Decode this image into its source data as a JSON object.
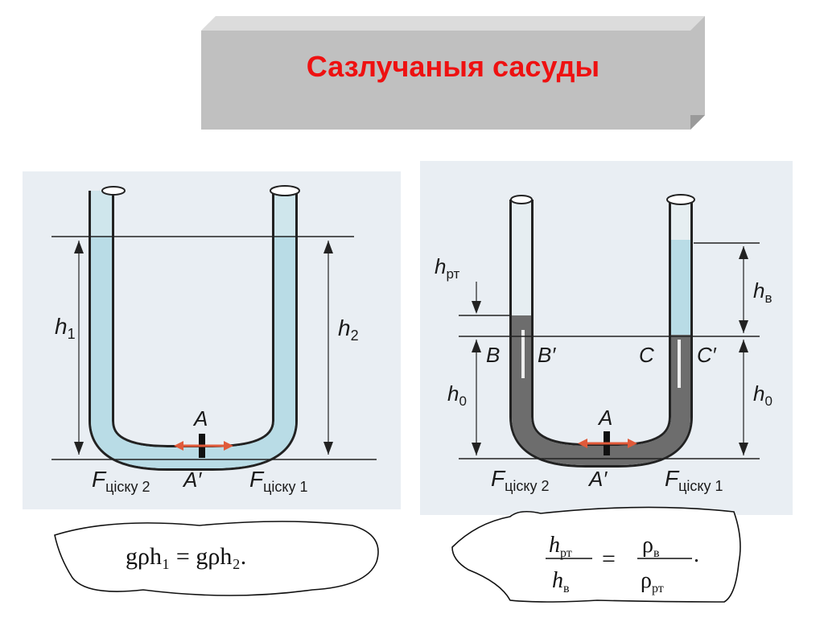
{
  "title": "Сазлучаныя сасуды",
  "left_diagram": {
    "h1": "h",
    "h1_sub": "1",
    "h2": "h",
    "h2_sub": "2",
    "point_a": "A",
    "point_a_prime": "A′",
    "f_left": "F",
    "f_left_sub": "ціску 2",
    "f_right": "F",
    "f_right_sub": "ціску 1",
    "formula": "gρh₁ = gρh₂."
  },
  "right_diagram": {
    "h_rt": "h",
    "h_rt_sub": "рт",
    "h_v": "h",
    "h_v_sub": "в",
    "h0_left": "h",
    "h0_left_sub": "0",
    "h0_right": "h",
    "h0_right_sub": "0",
    "b": "B",
    "b_prime": "B′",
    "c": "C",
    "c_prime": "C′",
    "point_a": "A",
    "point_a_prime": "A′",
    "f_left": "F",
    "f_left_sub": "ціску 2",
    "f_right": "F",
    "f_right_sub": "ціску 1",
    "formula_num_left": "h",
    "formula_num_left_sub": "рт",
    "formula_den_left": "h",
    "formula_den_left_sub": "в",
    "formula_eq": "=",
    "formula_num_right": "ρ",
    "formula_num_right_sub": "в",
    "formula_den_right": "ρ",
    "formula_den_right_sub": "рт",
    "formula_end": "."
  },
  "colors": {
    "title_text": "#ee1111",
    "banner_face": "#c0c0c0",
    "water": "#b9dce6",
    "mercury": "#6d6d6d",
    "arrow_red": "#e05a3a",
    "panel_bg": "#e9eef3"
  }
}
